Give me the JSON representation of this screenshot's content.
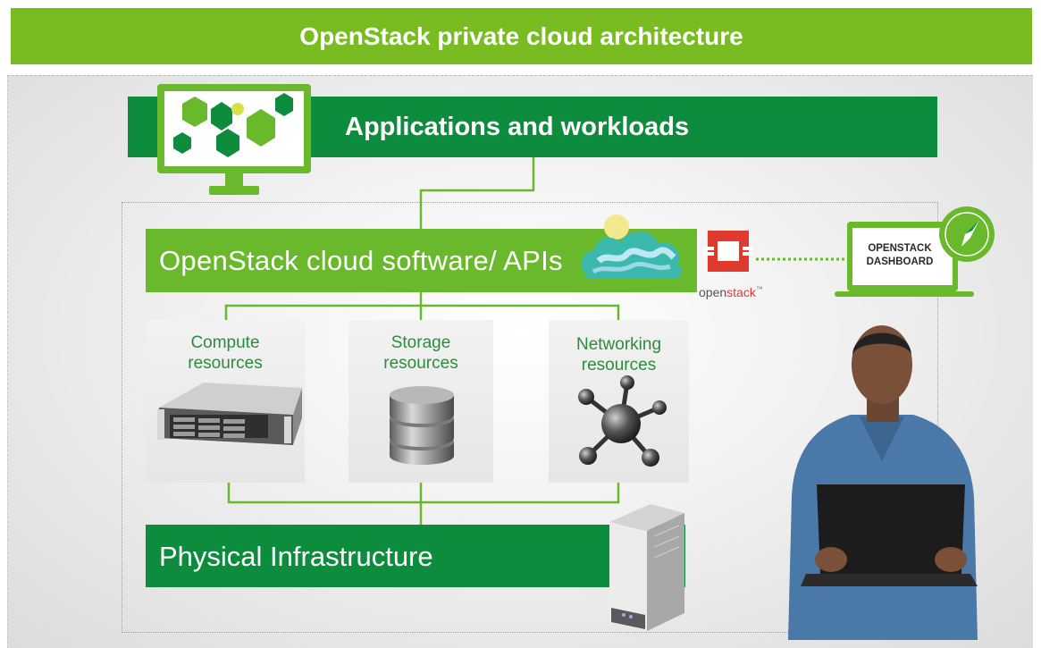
{
  "title": "OpenStack private cloud architecture",
  "layers": {
    "applications": "Applications and workloads",
    "openstack": "OpenStack cloud software/ APIs",
    "physical": "Physical Infrastructure"
  },
  "resources": {
    "compute": "Compute resources",
    "storage": "Storage resources",
    "networking": "Networking resources"
  },
  "dashboard": {
    "line1": "OPENSTACK",
    "line2": "DASHBOARD"
  },
  "logo": {
    "part1": "open",
    "part2": "stack",
    "tm": "™"
  },
  "colors": {
    "title_green": "#78bc21",
    "dark_green": "#0e8c3e",
    "mid_green": "#6ab82c",
    "openstack_red": "#e03a2f"
  }
}
